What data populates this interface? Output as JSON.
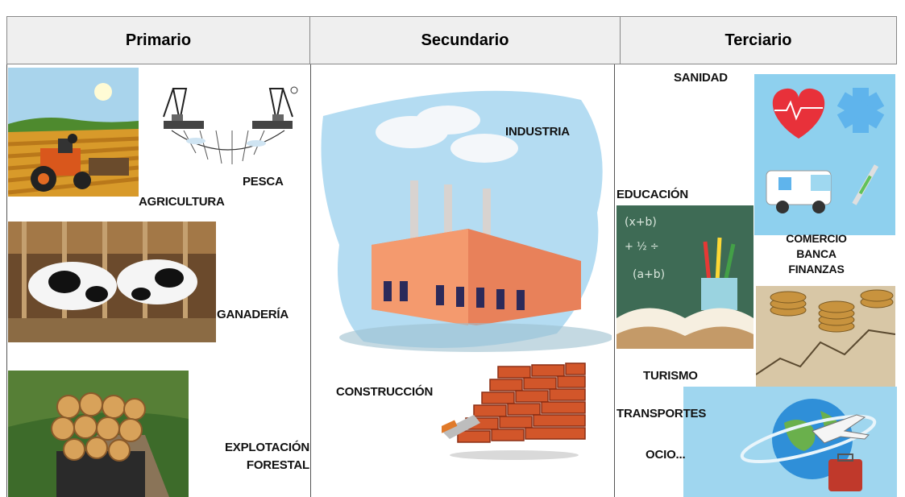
{
  "headers": {
    "primario": "Primario",
    "secundario": "Secundario",
    "terciario": "Terciario"
  },
  "primario": {
    "pesca": "PESCA",
    "agricultura": "AGRICULTURA",
    "ganaderia": "GANADERÍA",
    "explotacion_line1": "EXPLOTACIÓN",
    "explotacion_line2": "FORESTAL"
  },
  "secundario": {
    "industria": "INDUSTRIA",
    "construccion": "CONSTRUCCIÓN"
  },
  "terciario": {
    "sanidad": "SANIDAD",
    "educacion": "EDUCACIÓN",
    "comercio": "COMERCIO",
    "banca": "BANCA",
    "finanzas": "FINANZAS",
    "turismo": "TURISMO",
    "transportes": "TRANSPORTES",
    "ocio": "OCIO..."
  },
  "icons": [
    "tractor-field-image",
    "fishing-boats-image",
    "cows-image",
    "logs-truck-image",
    "factory-image",
    "bricks-image",
    "heart-medical-image",
    "ambulance-image",
    "books-education-image",
    "coins-chart-image",
    "globe-plane-image"
  ]
}
